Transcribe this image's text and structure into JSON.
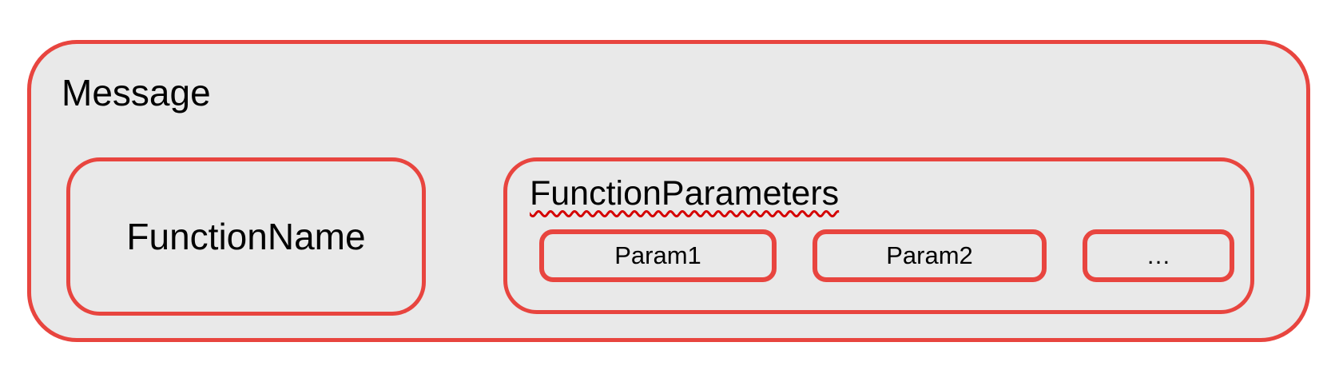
{
  "diagram": {
    "message_box": {
      "label": "Message"
    },
    "function_name_box": {
      "label": "FunctionName"
    },
    "function_parameters_box": {
      "label": "FunctionParameters",
      "params": [
        {
          "label": "Param1"
        },
        {
          "label": "Param2"
        },
        {
          "label": "…"
        }
      ]
    },
    "colors": {
      "border": "#e8453f",
      "fill": "#e9e9e9",
      "text": "#000000",
      "spellcheck_underline": "#d40000",
      "background": "#ffffff"
    }
  }
}
